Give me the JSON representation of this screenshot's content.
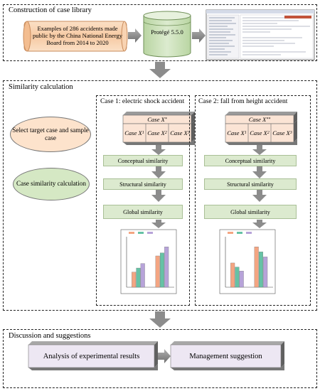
{
  "sections": {
    "library_title": "Construction of case library",
    "similarity_title": "Similarity calculation",
    "discussion_title": "Discussion and suggestions"
  },
  "library": {
    "scroll_text": "Examples of 286 accidents made public by the China National Energy Board from 2014 to 2020",
    "database_label": "Protégé 5.5.0"
  },
  "left_labels": {
    "select": "Select target case and sample case",
    "similarity": "Case similarity calculation"
  },
  "case1": {
    "title": "Case 1: electric shock accident",
    "target": "Case X*",
    "samples": [
      "Case X1",
      "Case X2",
      "Case X3"
    ],
    "steps": [
      "Conceptual similarity",
      "Structural similarity",
      "Global similarity"
    ]
  },
  "case2": {
    "title": "Case 2: fall from height accident",
    "target": "Case X**",
    "samples": [
      "Case X1",
      "Case X2",
      "Case X3"
    ],
    "steps": [
      "Conceptual similarity",
      "Structural similarity",
      "Global similarity"
    ]
  },
  "discussion": {
    "analysis": "Analysis of experimental results",
    "management": "Management suggestion"
  },
  "colors": {
    "green_fill": "#dceacf",
    "ellipse_orange": "#fde3cc",
    "ellipse_green": "#d5e8c4",
    "target_case_fill": "#fbe4d5",
    "arrow_gray": "#8c8c8c",
    "bar_orange": "#f4a582",
    "bar_green": "#66c2a5",
    "bar_purple": "#b7a3d9"
  },
  "chart_data": [
    {
      "type": "bar",
      "categories": [
        "",
        ""
      ],
      "series": [
        {
          "values": [
            0.3,
            0.62
          ]
        },
        {
          "values": [
            0.38,
            0.68
          ]
        },
        {
          "values": [
            0.47,
            0.8
          ]
        }
      ],
      "ylim": [
        0,
        1
      ]
    },
    {
      "type": "bar",
      "categories": [
        "",
        ""
      ],
      "series": [
        {
          "values": [
            0.48,
            0.8
          ]
        },
        {
          "values": [
            0.4,
            0.7
          ]
        },
        {
          "values": [
            0.32,
            0.6
          ]
        }
      ],
      "ylim": [
        0,
        1
      ]
    }
  ]
}
